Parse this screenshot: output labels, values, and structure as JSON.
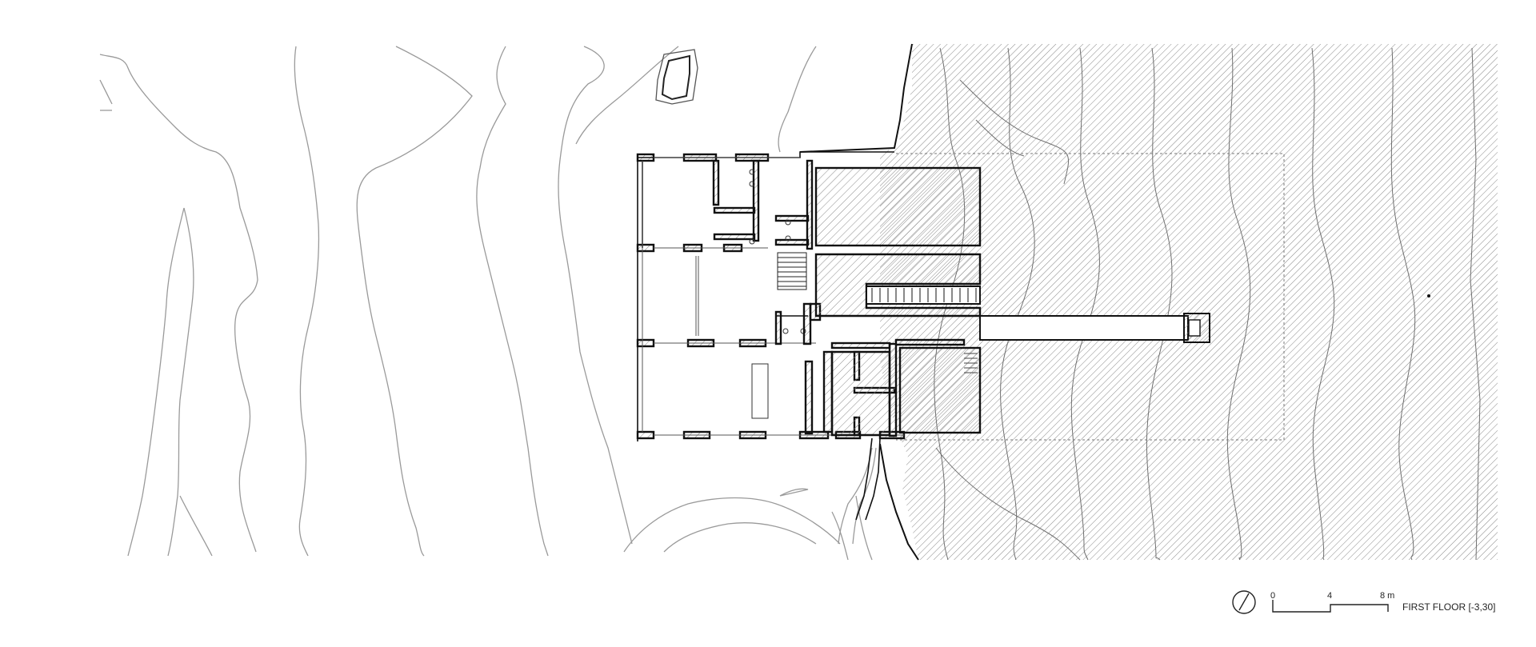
{
  "drawing": {
    "title": "FIRST FLOOR [-3,30]",
    "north_arrow_icon": "north-arrow-icon",
    "scale_bar": {
      "labels": [
        "0",
        "4",
        "8 m"
      ]
    },
    "colors": {
      "line": "#111111",
      "contour": "#9a9a9a",
      "background": "#ffffff"
    }
  }
}
